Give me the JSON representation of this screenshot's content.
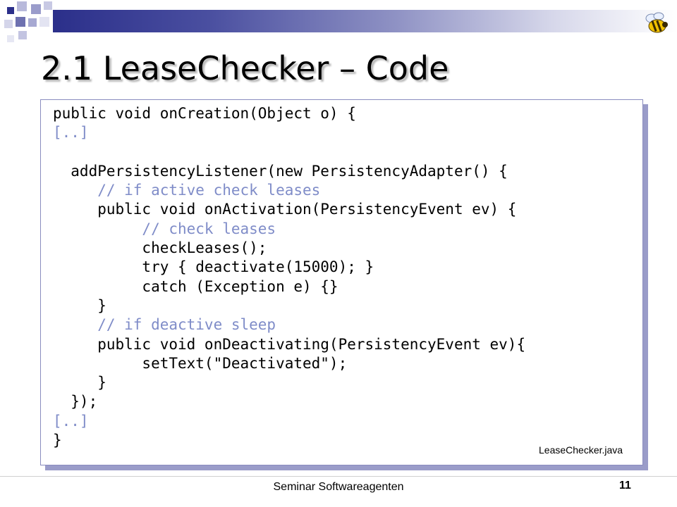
{
  "slide": {
    "title": "2.1 LeaseChecker – Code",
    "file_label": "LeaseChecker.java",
    "footer": "Seminar Softwareagenten",
    "page_number": "11"
  },
  "code_lines": [
    {
      "text": "public void onCreation(Object o) {",
      "comment": false
    },
    {
      "text": "[..]",
      "comment": true
    },
    {
      "text": "",
      "comment": false
    },
    {
      "text": "  addPersistencyListener(new PersistencyAdapter() {",
      "comment": false
    },
    {
      "text": "     // if active check leases",
      "comment": true
    },
    {
      "text": "     public void onActivation(PersistencyEvent ev) {",
      "comment": false
    },
    {
      "text": "          // check leases",
      "comment": true
    },
    {
      "text": "          checkLeases();",
      "comment": false
    },
    {
      "text": "          try { deactivate(15000); }",
      "comment": false
    },
    {
      "text": "          catch (Exception e) {}",
      "comment": false
    },
    {
      "text": "     }",
      "comment": false
    },
    {
      "text": "     // if deactive sleep",
      "comment": true
    },
    {
      "text": "     public void onDeactivating(PersistencyEvent ev){",
      "comment": false
    },
    {
      "text": "          setText(\"Deactivated\");",
      "comment": false
    },
    {
      "text": "     }",
      "comment": false
    },
    {
      "text": "  });",
      "comment": false
    },
    {
      "text": "[..]",
      "comment": true
    },
    {
      "text": "}",
      "comment": false
    }
  ],
  "colors": {
    "accent": "#2b2f8a",
    "comment": "#7f8cc8",
    "code_box_shadow": "#9a9cc9"
  },
  "icons": [
    "bee-icon"
  ]
}
